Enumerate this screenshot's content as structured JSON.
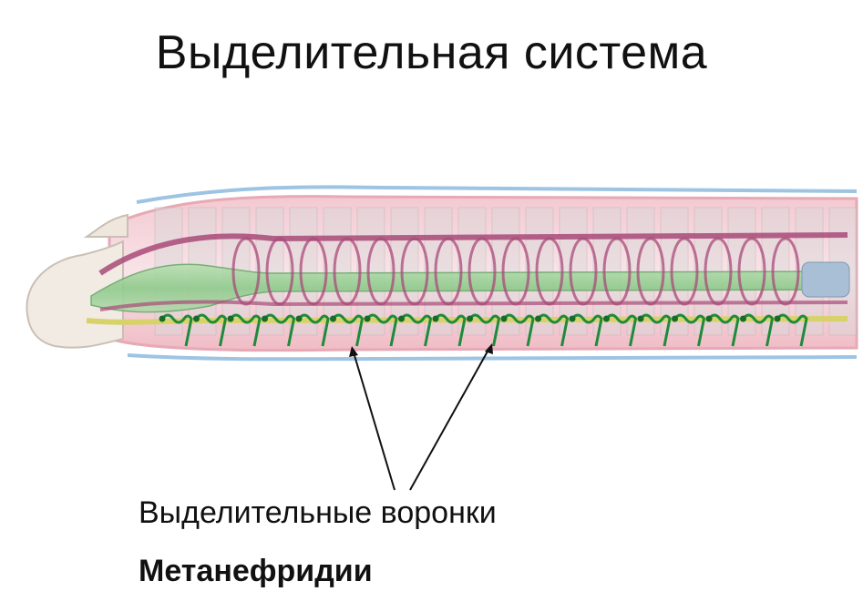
{
  "title": "Выделительная система",
  "labels": {
    "funnels": "Выделительные воронки",
    "metanephridia": "Метанефридии"
  },
  "colors": {
    "body_outline": "#e7b4bd",
    "body_fill": "#f7dde2",
    "septa": "#c9c9c9",
    "dorsal_vessel": "#a84a78",
    "gut": "#8ec98d",
    "nephridia": "#1e8a3a",
    "nerve_cord": "#d6d36a",
    "skin_blue": "#9ec4e4"
  }
}
